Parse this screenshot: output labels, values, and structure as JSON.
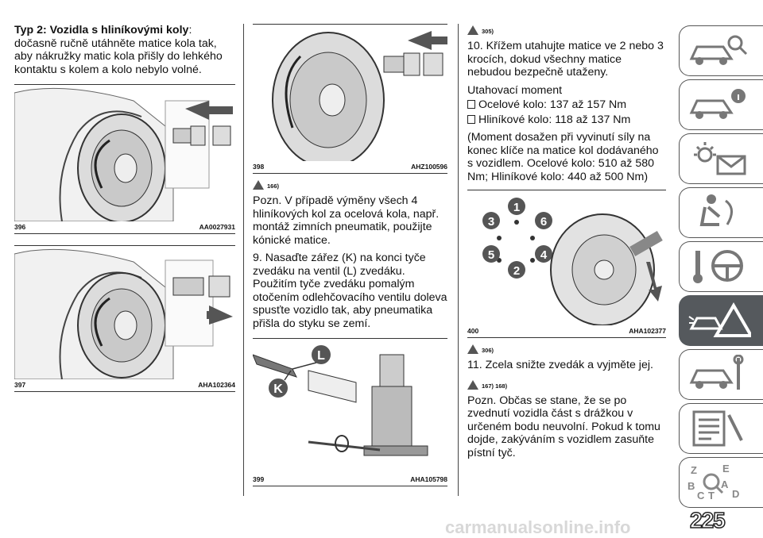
{
  "col1": {
    "intro_bold": "Typ 2: Vozidla s hliníkovými koly",
    "intro_colon": ":",
    "intro_text": "dočasně ručně utáhněte matice kola tak, aby nákružky matic kola přišly do lehkého kontaktu s kolem a kolo nebylo volné.",
    "fig396": {
      "num": "396",
      "code": "AA0027931"
    },
    "fig397": {
      "num": "397",
      "code": "AHA102364"
    }
  },
  "col2": {
    "fig398": {
      "num": "398",
      "code": "AHZ100596"
    },
    "note1": "166)",
    "para1": "Pozn. V případě výměny všech 4 hliníkových kol za ocelová kola, např. montáž zimních pneumatik, použijte kónické matice.",
    "para2": "9. Nasaďte zářez (K) na konci tyče zvedáku na ventil (L) zvedáku. Použitím tyče zvedáku pomalým otočením odlehčovacího ventilu doleva spusťte vozidlo tak, aby pneumatika přišla do styku se zemí.",
    "fig399": {
      "num": "399",
      "code": "AHA105798",
      "label_l": "L",
      "label_k": "K"
    }
  },
  "col3": {
    "note1": "305)",
    "para1": "10. Křížem utahujte matice ve 2 nebo 3 krocích, dokud všechny matice nebudou bezpečně utaženy.",
    "torque_title": "Utahovací moment",
    "torque_steel": "Ocelové kolo: 137 až 157 Nm",
    "torque_alu": "Hliníkové kolo: 118 až 137 Nm",
    "para2": "(Moment dosažen při vyvinutí síly na konec klíče na matice kol dodávaného s vozidlem. Ocelové kolo: 510 až 580 Nm; Hliníkové kolo: 440 až 500 Nm)",
    "fig400": {
      "num": "400",
      "code": "AHA102377",
      "n1": "1",
      "n2": "2",
      "n3": "3",
      "n4": "4",
      "n5": "5",
      "n6": "6"
    },
    "note2": "306)",
    "para3": "11. Zcela snižte zvedák a vyjměte jej.",
    "note3": "167) 168)",
    "para4": "Pozn. Občas se stane, že se po zvednutí vozidla část s drážkou v určeném bodu neuvolní. Pokud k tomu dojde, zakýváním s vozidlem zasuňte pístní tyč."
  },
  "sidebar": {
    "tabs": [
      "car-search-icon",
      "car-info-icon",
      "dashboard-lights-icon",
      "seat-airbag-icon",
      "steering-wheel-icon",
      "breakdown-warning-icon",
      "car-wrench-icon",
      "specifications-list-icon",
      "alphabet-index-icon"
    ],
    "active_index": 5,
    "index_letters": {
      "z": "Z",
      "e": "E",
      "b": "B",
      "c": "C",
      "t": "T",
      "d": "D",
      "a": "A"
    }
  },
  "page_number": "225",
  "watermark": "carmanualsonline.info"
}
